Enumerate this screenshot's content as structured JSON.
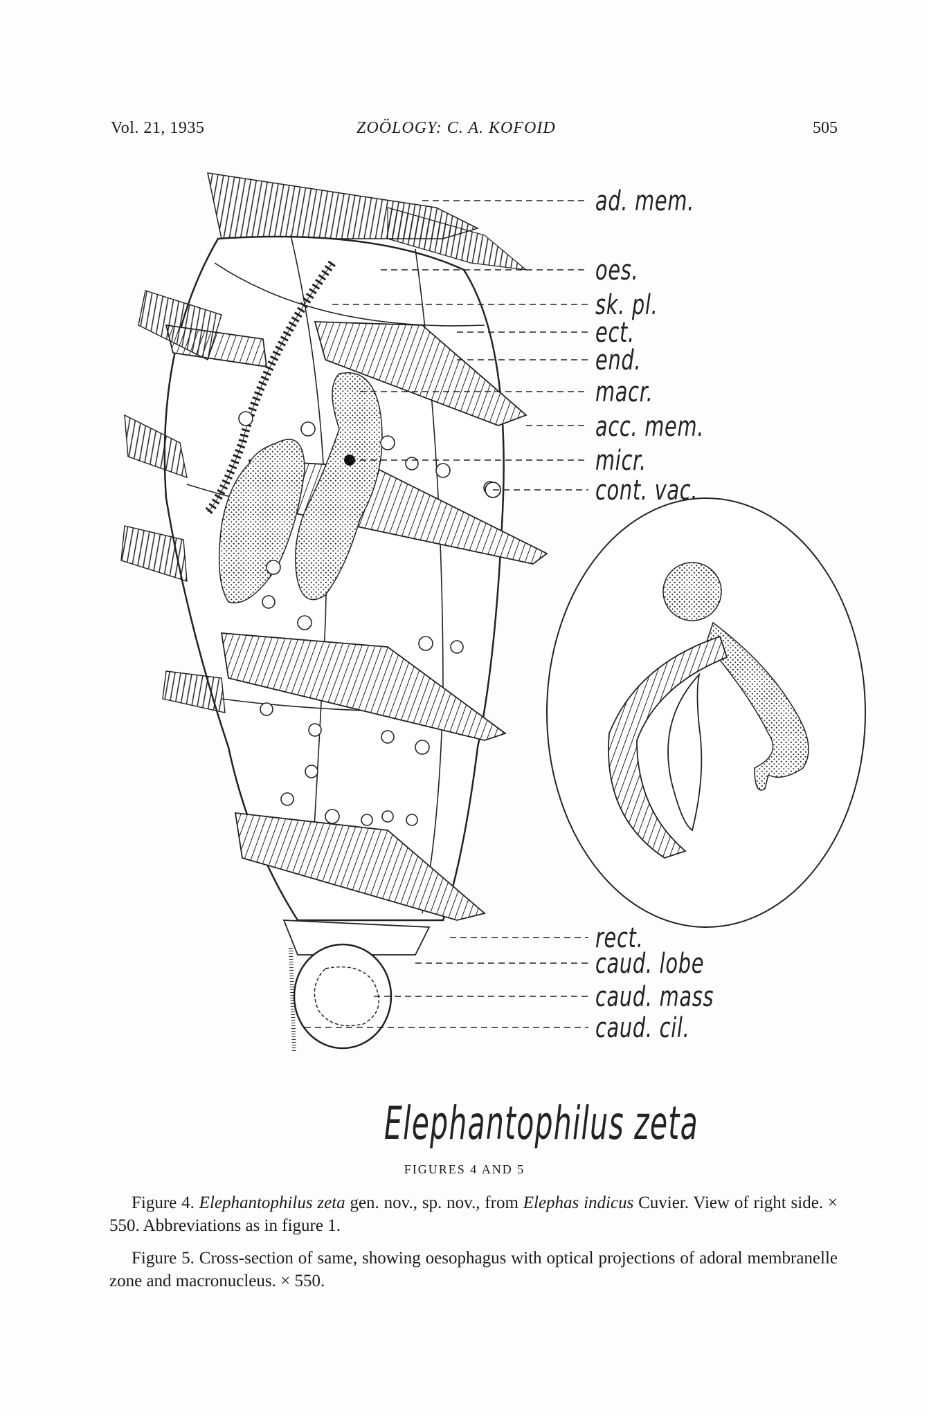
{
  "header": {
    "volume": "Vol. 21, 1935",
    "running_title": "ZOÖLOGY:  C. A. KOFOID",
    "page_number": "505"
  },
  "figure": {
    "labels": {
      "ad_mem": "ad. mem.",
      "oes": "oes.",
      "sk_pl": "sk. pl.",
      "ect": "ect.",
      "end": "end.",
      "macr": "macr.",
      "acc_mem": "acc. mem.",
      "micr": "micr.",
      "cont_vac": "cont. vac.",
      "rect": "rect.",
      "caud_lobe": "caud. lobe",
      "caud_mass": "caud. mass",
      "caud_cil": "caud. cil."
    },
    "species_name": "Elephantophilus zeta",
    "heading": "FIGURES 4 AND 5"
  },
  "captions": {
    "fig4": {
      "lead": "Figure 4.",
      "genus": "Elephantophilus zeta",
      "mid": " gen. nov., sp. nov., from ",
      "host": "Elephas indicus",
      "tail": " Cuvier. View of right side.  × 550.  Abbreviations as in figure 1."
    },
    "fig5": {
      "text": "Figure 5.  Cross-section of same, showing oesophagus with optical projections of adoral membranelle zone and macronucleus.  × 550."
    }
  }
}
